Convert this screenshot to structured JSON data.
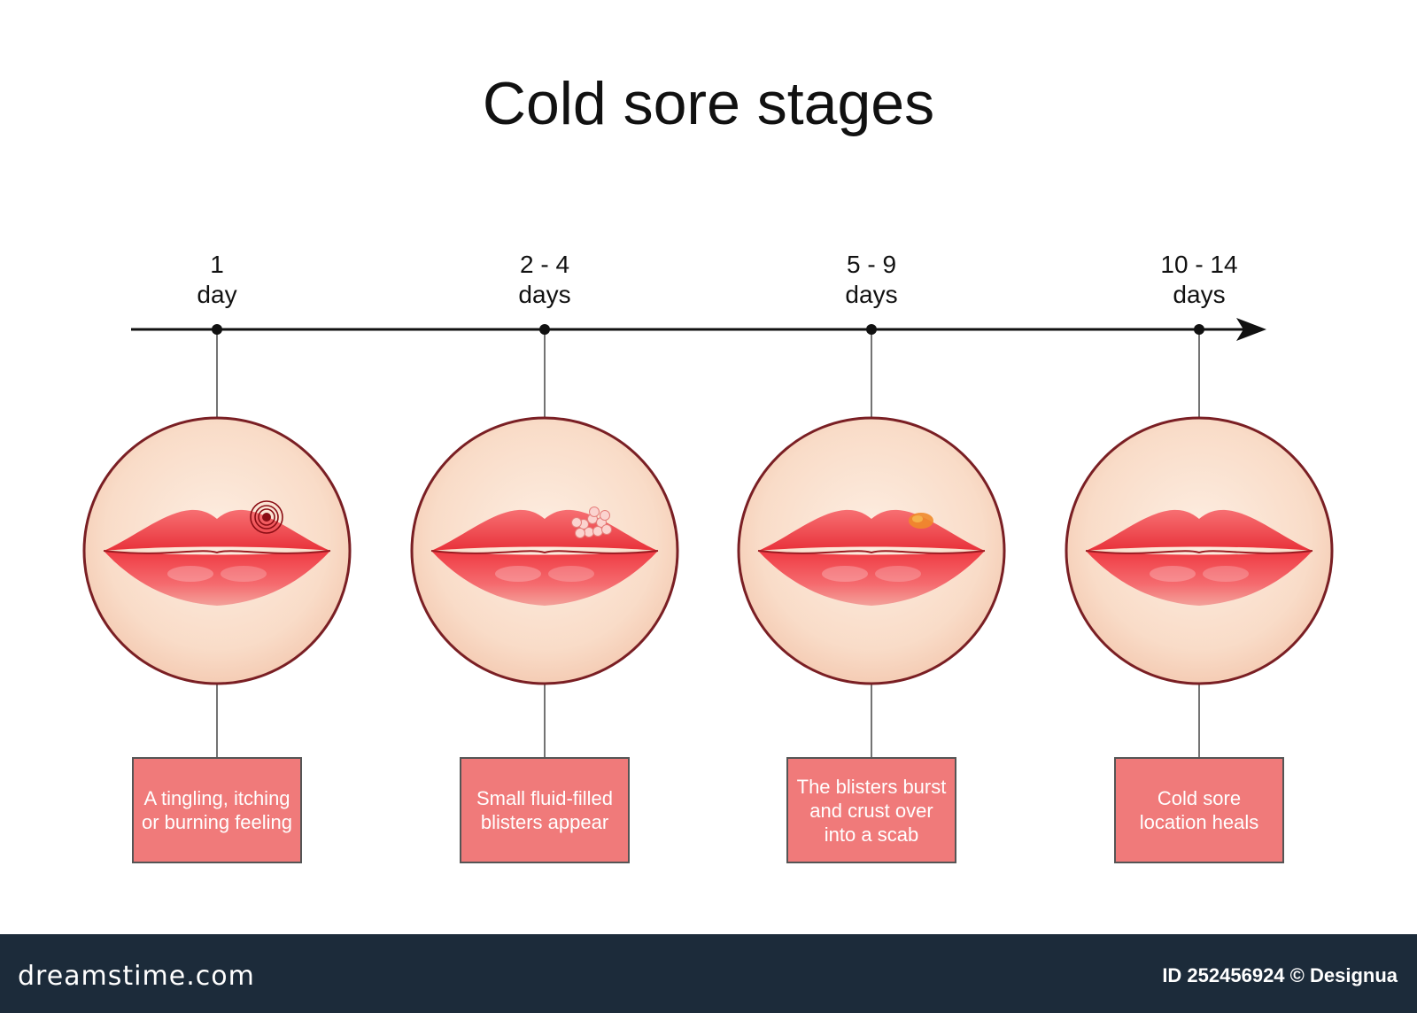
{
  "title": "Cold sore stages",
  "colors": {
    "ring": "#7a1f24",
    "skin_center": "#fbe3d2",
    "skin_edge": "#f4c9b2",
    "lip": "#f2444a",
    "box_fill": "#f07a7a",
    "footer_bg": "#1c2b3a"
  },
  "stages": [
    {
      "time_value": "1",
      "time_unit": "day",
      "description": "A tingling, itching\nor burning feeling",
      "lesion": "tingle-target"
    },
    {
      "time_value": "2 - 4",
      "time_unit": "days",
      "description": "Small fluid-filled\nblisters appear",
      "lesion": "blisters"
    },
    {
      "time_value": "5 - 9",
      "time_unit": "days",
      "description": "The blisters burst\nand crust over\ninto a scab",
      "lesion": "scab"
    },
    {
      "time_value": "10 - 14",
      "time_unit": "days",
      "description": "Cold sore\nlocation heals",
      "lesion": "none"
    }
  ],
  "footer": {
    "brand": "dreamstime.com",
    "id_text": "ID 252456924 © Designua"
  }
}
